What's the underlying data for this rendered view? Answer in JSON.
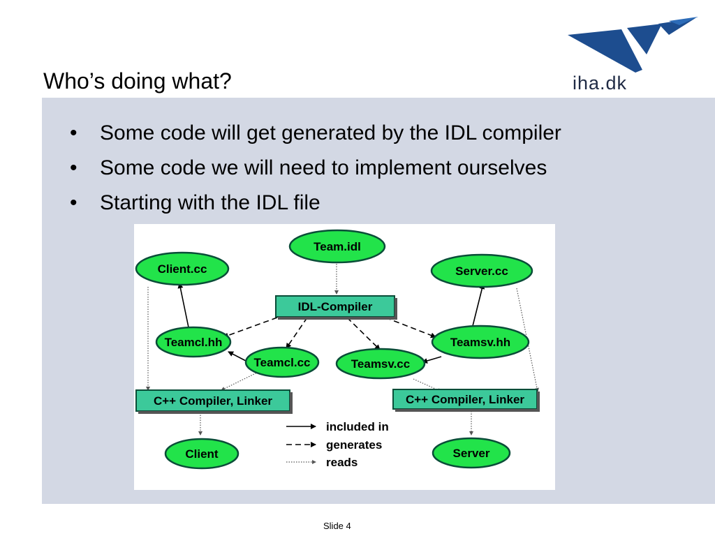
{
  "slide": {
    "title": "Who’s doing what?",
    "logo_text": "iha.dk",
    "bullets": [
      "Some code will get generated by the IDL compiler",
      "Some code we will need to implement ourselves",
      "Starting with the IDL file"
    ],
    "slide_number": "Slide 4",
    "colors": {
      "panel": "#d3d8e4",
      "node_fill": "#22e34a",
      "box_fill": "#3cc99a",
      "logo_blue": "#1d4d8f"
    }
  },
  "diagram": {
    "nodes": {
      "team_idl": "Team.idl",
      "client_cc": "Client.cc",
      "server_cc": "Server.cc",
      "idl_compiler": "IDL-Compiler",
      "teamcl_hh": "Teamcl.hh",
      "teamcl_cc": "Teamcl.cc",
      "teamsv_cc": "Teamsv.cc",
      "teamsv_hh": "Teamsv.hh",
      "cpp_left": "C++ Compiler, Linker",
      "cpp_right": "C++ Compiler, Linker",
      "client": "Client",
      "server": "Server"
    },
    "legend": {
      "included": "included in",
      "generates": "generates",
      "reads": "reads"
    }
  }
}
